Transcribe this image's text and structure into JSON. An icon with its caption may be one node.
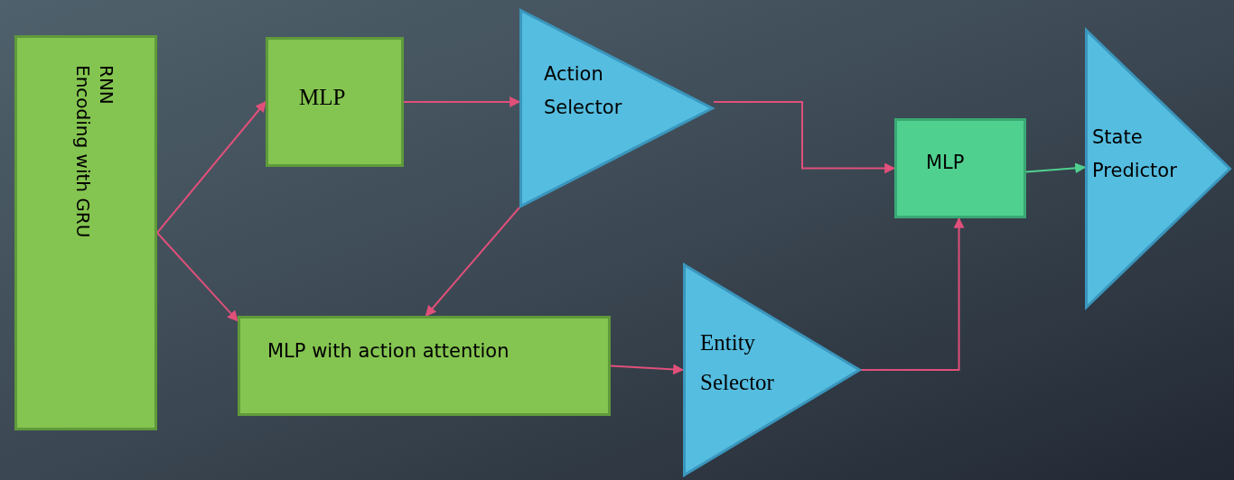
{
  "diagram": {
    "nodes": [
      {
        "text": [
          "RNN",
          "Encoding with GRU"
        ]
      },
      {
        "text": [
          "MLP"
        ]
      },
      {
        "text": [
          "Action Selector"
        ]
      },
      {
        "text": [
          "MLP with action attention"
        ]
      },
      {
        "text": [
          "Entity Selector"
        ]
      },
      {
        "text": [
          "MLP"
        ]
      },
      {
        "text": [
          "State Predictor"
        ]
      }
    ],
    "edges": [
      {
        "from": 0,
        "to": 1,
        "arrow": "to"
      },
      {
        "from": 0,
        "to": 3,
        "arrow": "to"
      },
      {
        "from": 1,
        "to": 2,
        "arrow": "to"
      },
      {
        "from": 2,
        "to": 3,
        "arrow": "to"
      },
      {
        "from": 2,
        "to": 5,
        "arrow": "to"
      },
      {
        "from": 3,
        "to": 4,
        "arrow": "to"
      },
      {
        "from": 4,
        "to": 5,
        "arrow": "to"
      },
      {
        "from": 5,
        "to": 6,
        "arrow": "to",
        "color": "#4fd08f"
      }
    ]
  }
}
